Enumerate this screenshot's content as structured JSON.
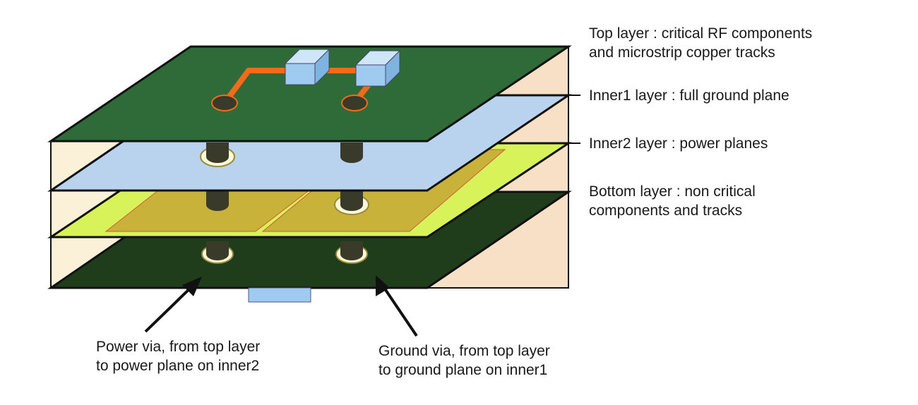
{
  "labels": {
    "top_layer": [
      "Top layer : critical RF components",
      "and microstrip copper tracks"
    ],
    "inner1_layer": [
      "Inner1 layer : full ground plane"
    ],
    "inner2_layer": [
      "Inner2 layer : power planes"
    ],
    "bottom_layer": [
      "Bottom layer : non critical",
      "components and tracks"
    ],
    "power_via": [
      "Power via, from top layer",
      "to power plane on inner2"
    ],
    "ground_via": [
      "Ground via, from top layer",
      "to ground plane on inner1"
    ]
  },
  "colors": {
    "top_layer": "#2e6b38",
    "inner1_layer": "#b9d3ee",
    "inner2_layer": "#d8f25a",
    "inner2_planes": "#c9b23a",
    "bottom_layer": "#1f3d1b",
    "dielectric": "#f7e0c6",
    "trace": "#f26a1b",
    "component": "#9fcbf0",
    "via": "#3a3a2a",
    "via_clearance": "#fff7d6",
    "outline": "#111111"
  },
  "icons": [
    "arrow-icon"
  ]
}
